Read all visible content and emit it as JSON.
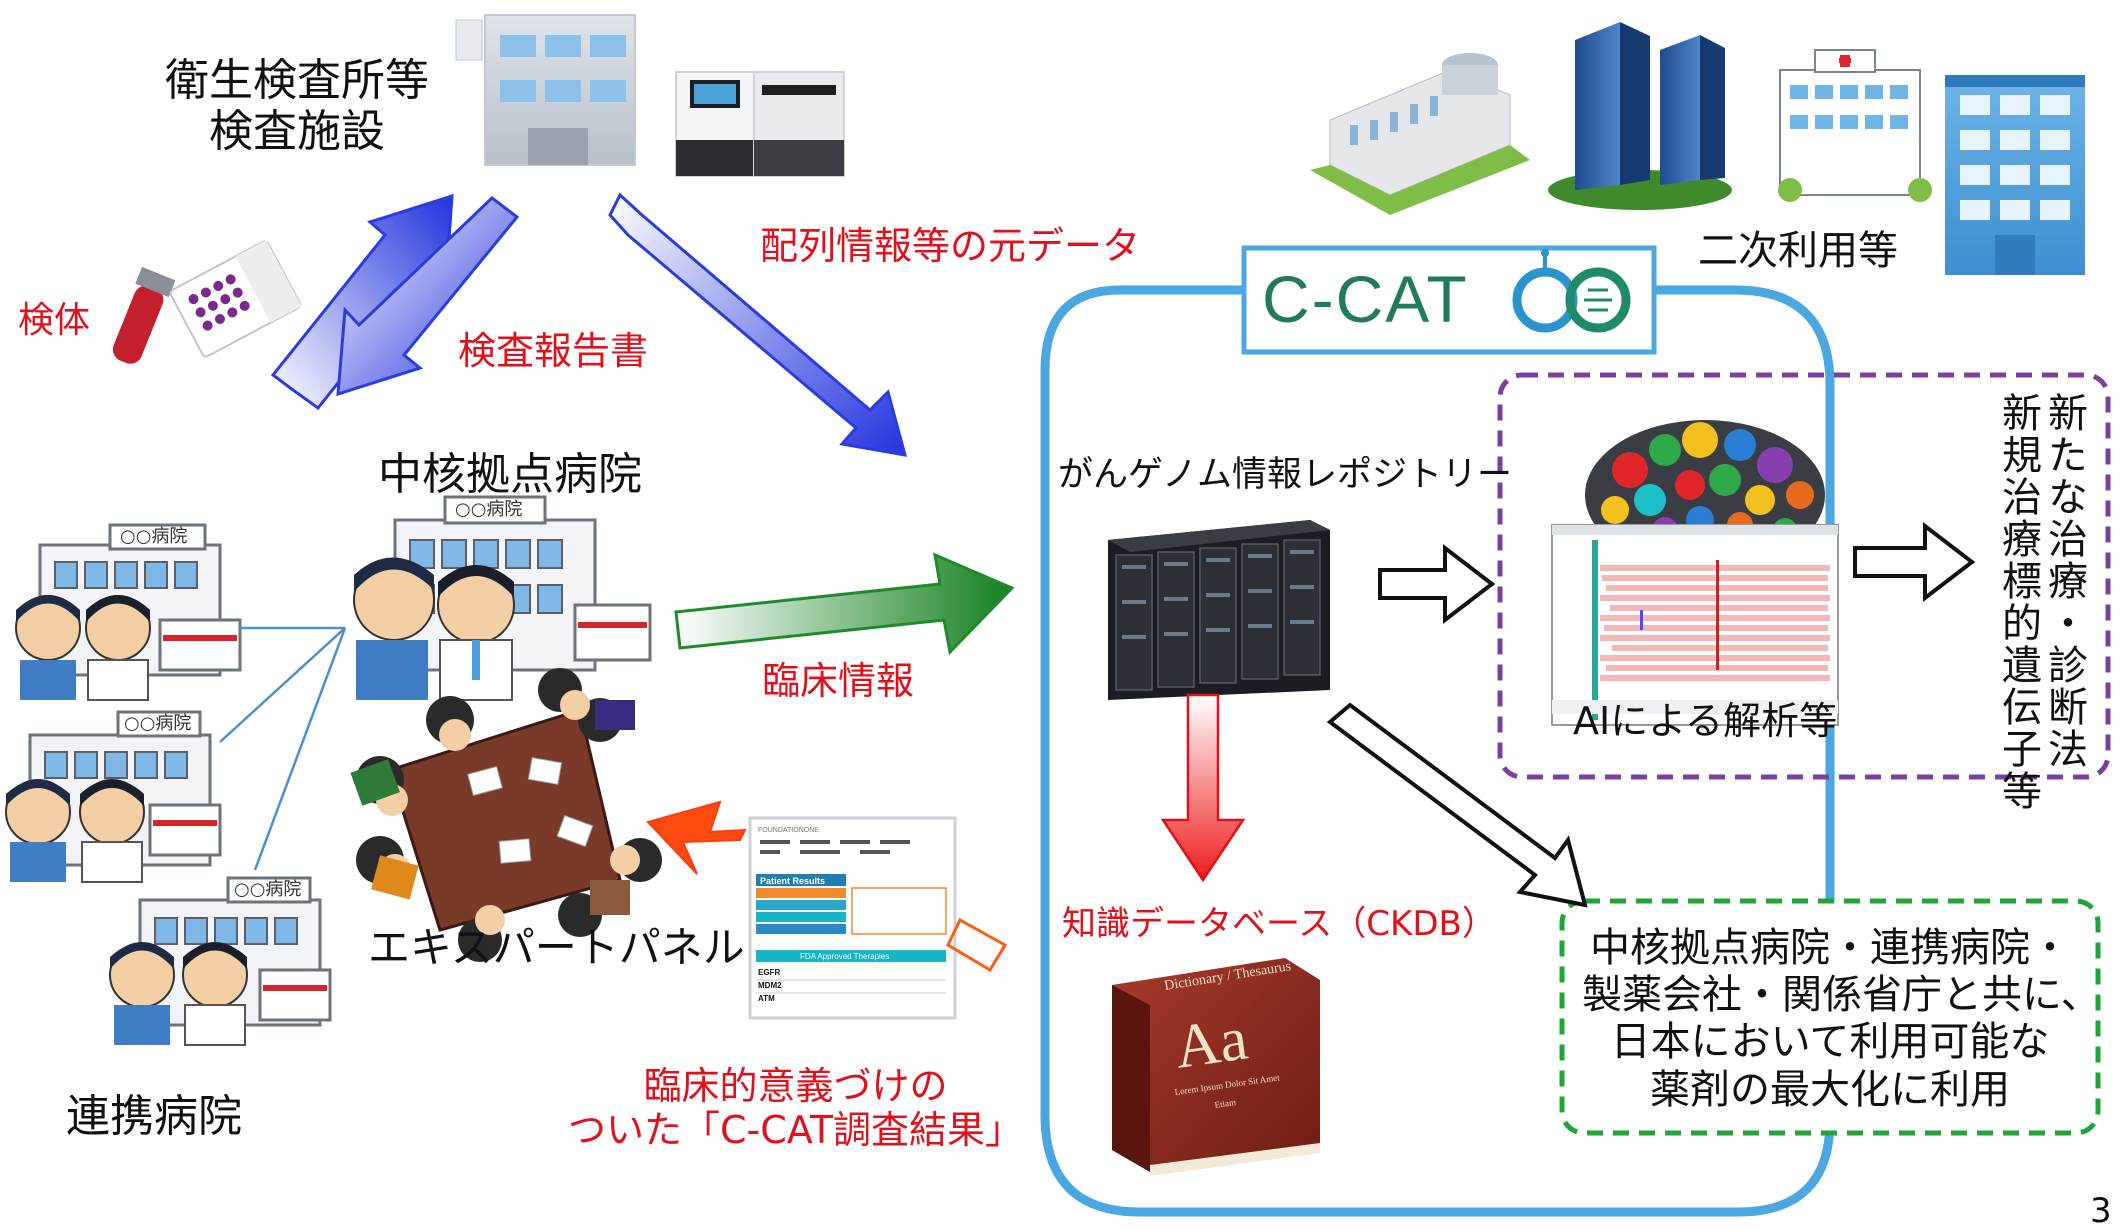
{
  "labels": {
    "test_facility": "衛生検査所等\n検査施設",
    "specimen": "検体",
    "test_report": "検査報告書",
    "raw_data": "配列情報等の元データ",
    "core_hospital": "中核拠点病院",
    "clinical_info": "臨床情報",
    "expert_panel": "エキスパートパネル",
    "partner_hospital": "連携病院",
    "ccat_result": "臨床的意義づけの\nついた「C-CAT調査結果」",
    "ccat_logo": "C-CAT",
    "repository": "がんゲノム情報レポジトリー",
    "ai_analysis": "AIによる解析等",
    "ckdb": "知識データベース（CKDB）",
    "secondary_use": "二次利用等",
    "new_targets": "新たな治療・診断法\n新規治療標的遺伝子等",
    "green_box": "中核拠点病院・連携病院・\n製薬会社・関係省庁と共に、\n日本において利用可能な\n薬剤の最大化に利用",
    "hospital_sign": "○○病院",
    "page_number": "3"
  },
  "report": {
    "brand": "FOUNDATIONONE",
    "section": "Patient Results",
    "table_header": "FDA Approved Therapies",
    "genes": [
      "EGFR",
      "MDM2",
      "ATM"
    ]
  },
  "book": {
    "title": "Dictionary / Thesaurus",
    "big": "Aa",
    "sub": "Lorem Ipsum Dolor Sit Amet",
    "foot": "Etiam"
  },
  "colors": {
    "red_text": "#e0111b",
    "blue_arrow": "#2a3be0",
    "green_arrow": "#1f8a2a",
    "red_arrow": "#ee2c1c",
    "orange_arrow": "#ff5a12",
    "ccat_frame": "#4aa7e0",
    "purple_dashed": "#7b3fa0",
    "green_dashed": "#22a33a"
  }
}
